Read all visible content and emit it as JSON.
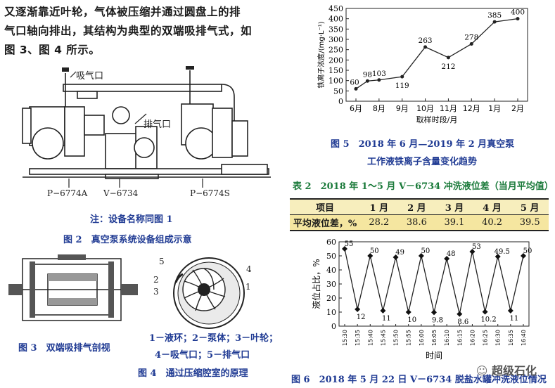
{
  "body_text": {
    "line1": "又逐渐靠近叶轮，气体被压缩并通过圆盘上的排",
    "line2": "气口轴向排出，其结构为典型的双端吸排气式，如",
    "line3": "图 3、图 4 所示。"
  },
  "fig2": {
    "label_inlet": "吸气口",
    "label_outlet": "排气口",
    "label_pa": "P−6774A",
    "label_v": "V−6734",
    "label_ps": "P−6774S",
    "note": "注：设备名称同图 1",
    "caption": "图 2　真空泵系统设备组成示意"
  },
  "fig3": {
    "caption": "图 3　双端吸排气剖视"
  },
  "fig4": {
    "num1": "1",
    "num2": "2",
    "num3": "3",
    "num4": "4",
    "num5": "5",
    "legend1": "1－液环；2－泵体；3－叶轮；",
    "legend2": "4－吸气口；5－排气口",
    "caption": "图 4　通过压缩腔室的原理"
  },
  "fig5": {
    "caption1": "图 5　2018 年 6 月—2019 年 2 月真空泵",
    "caption2": "工作液铁离子含量变化趋势"
  },
  "table2": {
    "title": "表 2　2018 年 1～5 月 V－6734 冲洗液位差（当月平均值）",
    "headers": [
      "项目",
      "1 月",
      "2 月",
      "3 月",
      "4 月",
      "5 月"
    ],
    "row_label": "平均液位差，%",
    "values": [
      "28.2",
      "38.6",
      "39.1",
      "40.2",
      "39.5"
    ]
  },
  "fig6": {
    "caption": "图 6　2018 年 5 月 22 日 V－6734 脱盐水罐冲洗液位情况"
  },
  "watermark": "超级石化",
  "chart_data": [
    {
      "type": "line",
      "ylabel": "铁离子浓度/(mg·L⁻¹)",
      "xlabel": "取样时段/月",
      "categories": [
        "6月",
        "8月",
        "9月",
        "10月",
        "11月",
        "12月",
        "1月",
        "2月"
      ],
      "ylim": [
        0,
        450
      ],
      "yticks": [
        0,
        50,
        100,
        150,
        200,
        250,
        300,
        350,
        400,
        450
      ],
      "points": [
        {
          "x": 0,
          "y": 60,
          "label": "60"
        },
        {
          "x": 0.5,
          "y": 98,
          "label": "98"
        },
        {
          "x": 1,
          "y": 103,
          "label": "103"
        },
        {
          "x": 2,
          "y": 119,
          "label": "119"
        },
        {
          "x": 3,
          "y": 263,
          "label": "263"
        },
        {
          "x": 4,
          "y": 212,
          "label": "212"
        },
        {
          "x": 5,
          "y": 278,
          "label": "278"
        },
        {
          "x": 6,
          "y": 385,
          "label": "385"
        },
        {
          "x": 7,
          "y": 400,
          "label": "400"
        }
      ]
    },
    {
      "type": "line",
      "ylabel": "液位占比，%",
      "xlabel": "时间",
      "categories": [
        "15:30",
        "15:35",
        "15:40",
        "15:45",
        "15:50",
        "15:55",
        "16:00",
        "16:05",
        "16:10",
        "16:15",
        "16:20",
        "16:25",
        "16:30",
        "16:35",
        "16:40"
      ],
      "ylim": [
        0,
        60
      ],
      "yticks": [
        0,
        10,
        20,
        30,
        40,
        50,
        60
      ],
      "values": [
        55,
        12,
        50,
        11,
        49,
        10,
        50,
        9.8,
        48,
        8.6,
        53,
        10.2,
        49.5,
        11,
        50
      ],
      "labels": [
        "55",
        "12",
        "50",
        "11",
        "49",
        "10",
        "50",
        "9.8",
        "48",
        "8.6",
        "53",
        "10.2",
        "49.5",
        "11",
        "50"
      ]
    }
  ]
}
